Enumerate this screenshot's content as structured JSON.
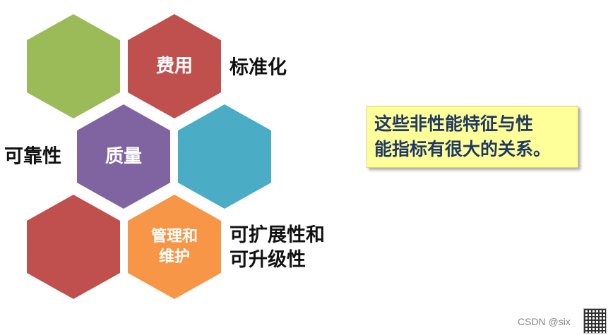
{
  "hexagons": [
    {
      "key": "green",
      "color": "#9bbb59",
      "lines": []
    },
    {
      "key": "cost",
      "color": "#c0504d",
      "lines": [
        "费用"
      ]
    },
    {
      "key": "quality",
      "color": "#8064a2",
      "lines": [
        "质量"
      ]
    },
    {
      "key": "teal",
      "color": "#4bacc6",
      "lines": []
    },
    {
      "key": "red",
      "color": "#c0504d",
      "lines": []
    },
    {
      "key": "maintain",
      "color": "#f79646",
      "lines": [
        "管理和",
        "维护"
      ]
    }
  ],
  "side_labels": {
    "standardization": [
      "标准化"
    ],
    "reliability": [
      "可靠性"
    ],
    "scalability": [
      "可扩展性和",
      "可升级性"
    ]
  },
  "callout": {
    "line1": "这些非性能特征与性",
    "line2": "能指标有很大的关系。"
  },
  "footer": {
    "text": "CSDN @six"
  }
}
